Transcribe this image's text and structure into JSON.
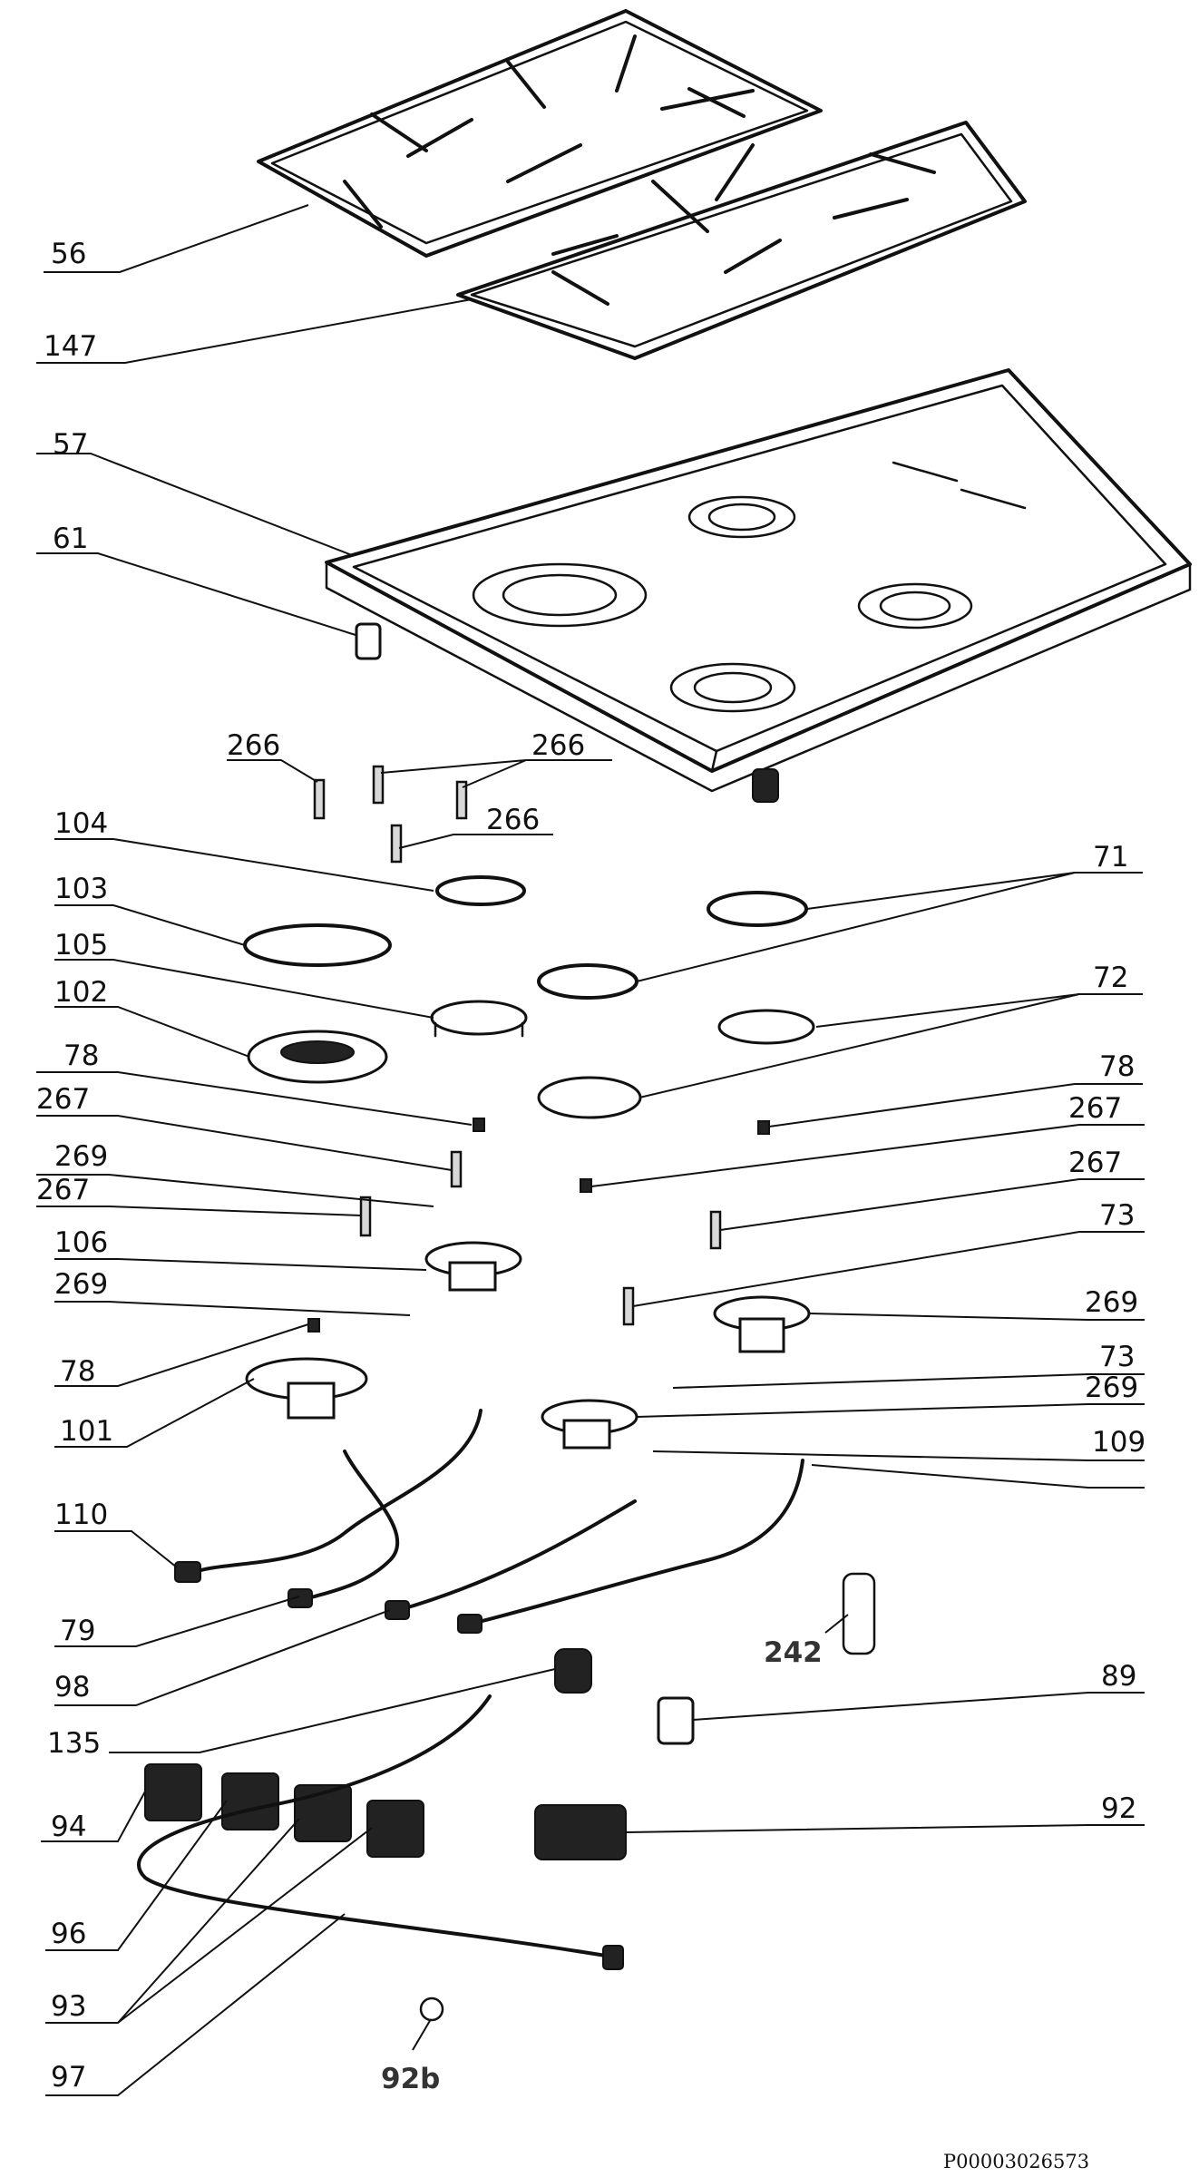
{
  "labels": {
    "l56": "56",
    "l147": "147",
    "l57": "57",
    "l61": "61",
    "l266a": "266",
    "l266b": "266",
    "l266c": "266",
    "l104": "104",
    "l103": "103",
    "l105": "105",
    "l102": "102",
    "l78a": "78",
    "l267a": "267",
    "l269a": "269",
    "l267b": "267",
    "l106": "106",
    "l269b": "269",
    "l78b": "78",
    "l101": "101",
    "l110": "110",
    "l79": "79",
    "l98": "98",
    "l135": "135",
    "l94": "94",
    "l96": "96",
    "l93": "93",
    "l97": "97",
    "l92b": "92b",
    "l71": "71",
    "l72": "72",
    "l78c": "78",
    "l267c": "267",
    "l267d": "267",
    "l73a": "73",
    "l269c": "269",
    "l73b": "73",
    "l269d": "269",
    "l109": "109",
    "l242": "242",
    "l89": "89",
    "l92": "92"
  },
  "document_id": "P00003026573"
}
